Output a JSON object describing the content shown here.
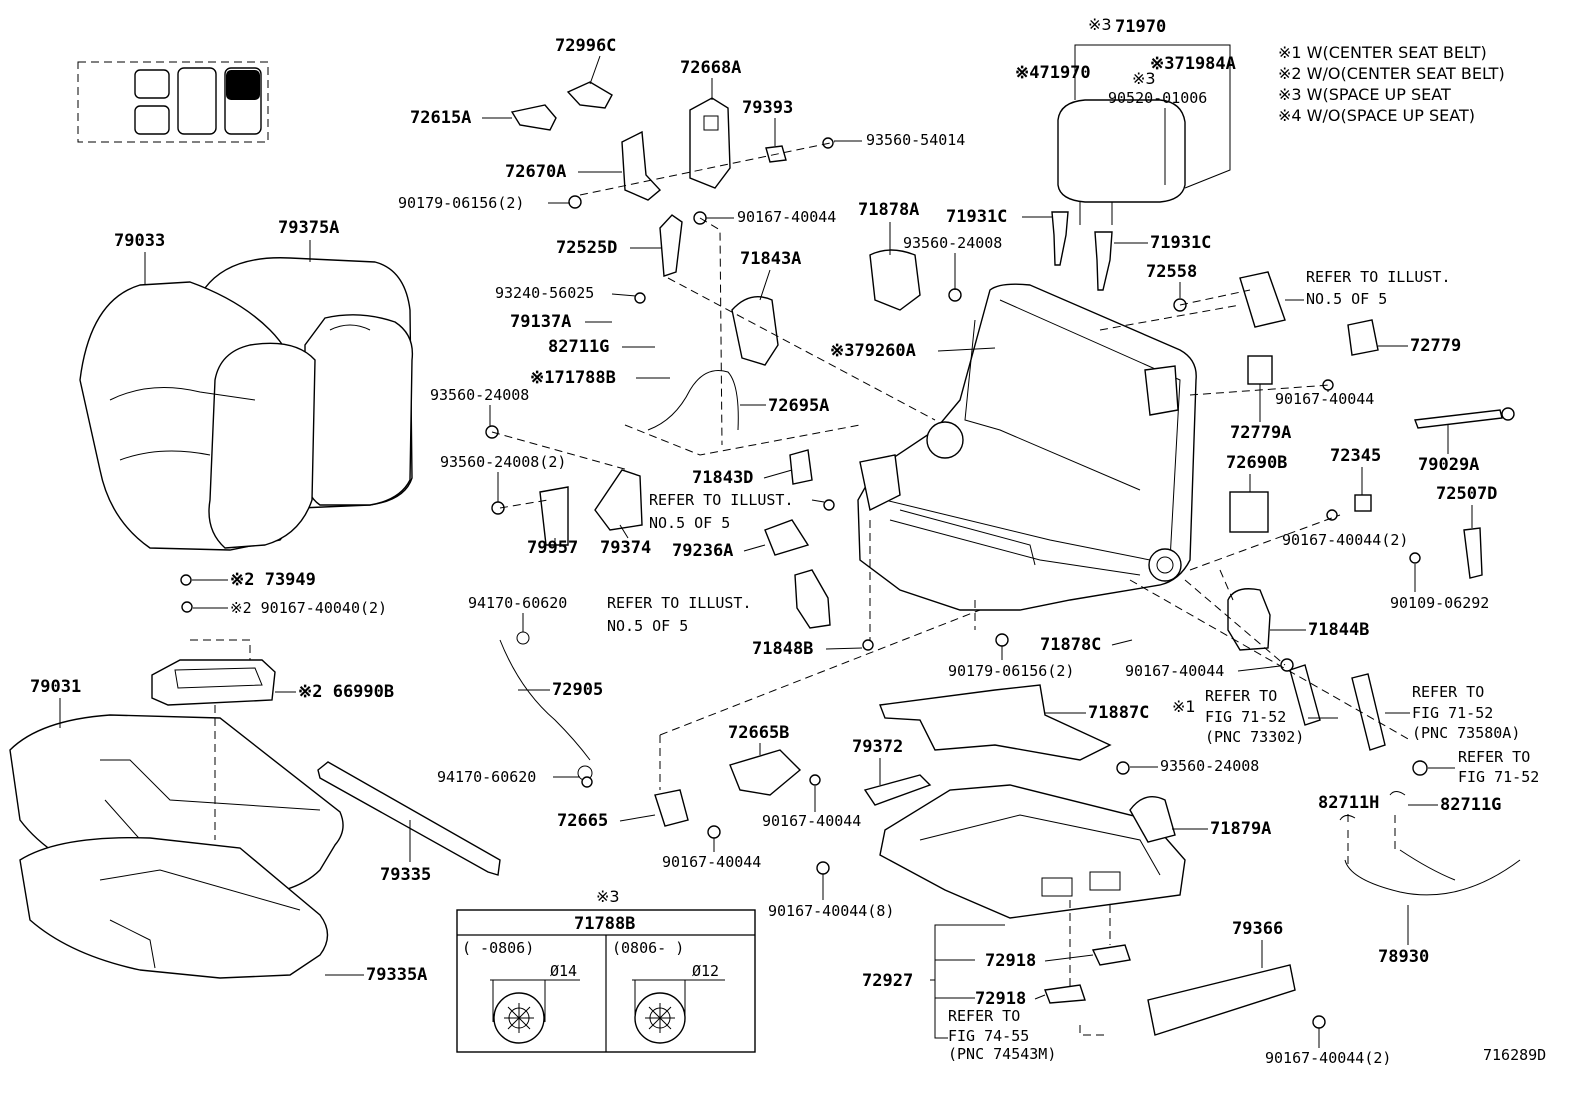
{
  "legend": {
    "n1": "※1 W(CENTER SEAT BELT)",
    "n2": "※2 W/O(CENTER SEAT BELT)",
    "n3": "※3 W(SPACE UP SEAT",
    "n4": "※4 W/O(SPACE UP SEAT)"
  },
  "labels": {
    "p72996C": "72996C",
    "p72668A": "72668A",
    "p72615A": "72615A",
    "p79393": "79393",
    "p93560_54014": "93560-54014",
    "p72670A": "72670A",
    "p90179_06156_2": "90179-06156(2)",
    "p90167_40044_a": "90167-40044",
    "p71878A": "71878A",
    "p79033": "79033",
    "p79375A": "79375A",
    "p72525D": "72525D",
    "p93560_24008_a": "93560-24008",
    "p71843A": "71843A",
    "p93240_56025": "93240-56025",
    "p79137A": "79137A",
    "p82711G_a": "82711G",
    "p71788B": "※171788B",
    "p93560_24008_b": "93560-24008",
    "p72695A": "72695A",
    "p93560_24008_2": "93560-24008(2)",
    "p71843D": "71843D",
    "p79957": "79957",
    "p79374": "79374",
    "p79236A": "79236A",
    "p73949": "※2 73949",
    "p90167_40040_2": "※2 90167-40040(2)",
    "p94170_60620_a": "94170-60620",
    "p71848B": "71848B",
    "p79031": "79031",
    "p66990B": "※2 66990B",
    "p72905": "72905",
    "p94170_60620_b": "94170-60620",
    "p79335": "79335",
    "p79335A": "79335A",
    "p72665": "72665",
    "p72665B": "72665B",
    "p90167_40044_b": "90167-40044",
    "p90167_40044_c": "90167-40044",
    "p79372": "79372",
    "p90167_40044_8": "90167-40044(8)",
    "p72927": "72927",
    "p72918_a": "72918",
    "p72918_b": "72918",
    "p71970": "71970",
    "p71970_pre": "※3",
    "p71970_4": "※471970",
    "p71984A": "※371984A",
    "p90520_01006": "90520-01006",
    "p90520_pre": "※3",
    "p71931C_a": "71931C",
    "p71931C_b": "71931C",
    "p72558": "72558",
    "p79260A": "※379260A",
    "p72779": "72779",
    "p90167_40044_d": "90167-40044",
    "p72779A": "72779A",
    "p79029A": "79029A",
    "p72690B": "72690B",
    "p72345": "72345",
    "p72507D": "72507D",
    "p90167_40044_2a": "90167-40044(2)",
    "p90109_06292": "90109-06292",
    "p71844B": "71844B",
    "p71878C": "71878C",
    "p90179_06156_2b": "90179-06156(2)",
    "p90167_40044_e": "90167-40044",
    "p71887C": "71887C",
    "p93560_24008_c": "93560-24008",
    "p71879A": "71879A",
    "p82711H": "82711H",
    "p82711G_b": "82711G",
    "p78930": "78930",
    "p79366": "79366",
    "p90167_40044_2b": "90167-40044(2)",
    "fig_id": "716289D"
  },
  "refs": {
    "r1_a": "REFER TO ILLUST.",
    "r1_b": "NO.5 OF 5",
    "r2_a": "REFER TO ILLUST.",
    "r2_b": "NO.5 OF 5",
    "r3_a": "REFER TO ILLUST.",
    "r3_b": "NO.5 OF 5",
    "r4_pre": "※1",
    "r4_a": "REFER TO",
    "r4_b": "FIG 71-52",
    "r4_c": "(PNC 73302)",
    "r5_a": "REFER TO",
    "r5_b": "FIG 71-52",
    "r5_c": "(PNC 73580A)",
    "r6_a": "REFER TO",
    "r6_b": "FIG 71-52",
    "r7_a": "REFER TO",
    "r7_b": "FIG 74-55",
    "r7_c": "(PNC 74543M)"
  },
  "inset_table": {
    "note": "※3",
    "title": "71788B",
    "left_range": "(  -0806)",
    "right_range": "(0806-  )",
    "left_dim": "Ø14",
    "right_dim": "Ø12"
  }
}
